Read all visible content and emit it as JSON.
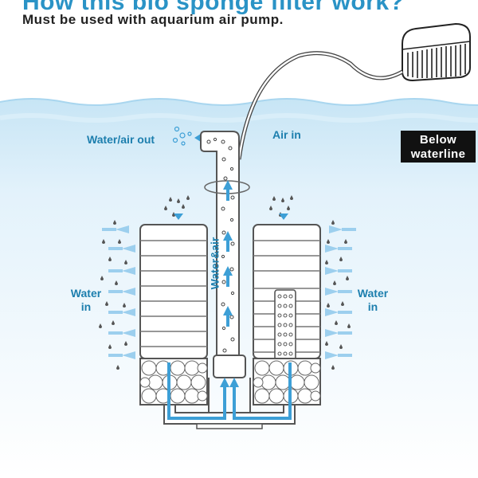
{
  "header": {
    "title": "How this bio sponge filter work?",
    "subtitle": "Must be used with aquarium air pump."
  },
  "labels": {
    "water_air_out": "Water/air out",
    "air_in": "Air in",
    "water_in_left": "Water\nin",
    "water_in_right": "Water\nin",
    "water_air_tube": "Water&air"
  },
  "badge": {
    "text": "Below\nwaterline"
  },
  "colors": {
    "water": "#d4ecf8",
    "arrow_blue": "#3d9fd6",
    "text_blue": "#1d7fae",
    "badge_bg": "#111111"
  },
  "icons": [
    "air-pump-icon",
    "bubble-icon",
    "arrow-icon",
    "droplet-icon"
  ]
}
